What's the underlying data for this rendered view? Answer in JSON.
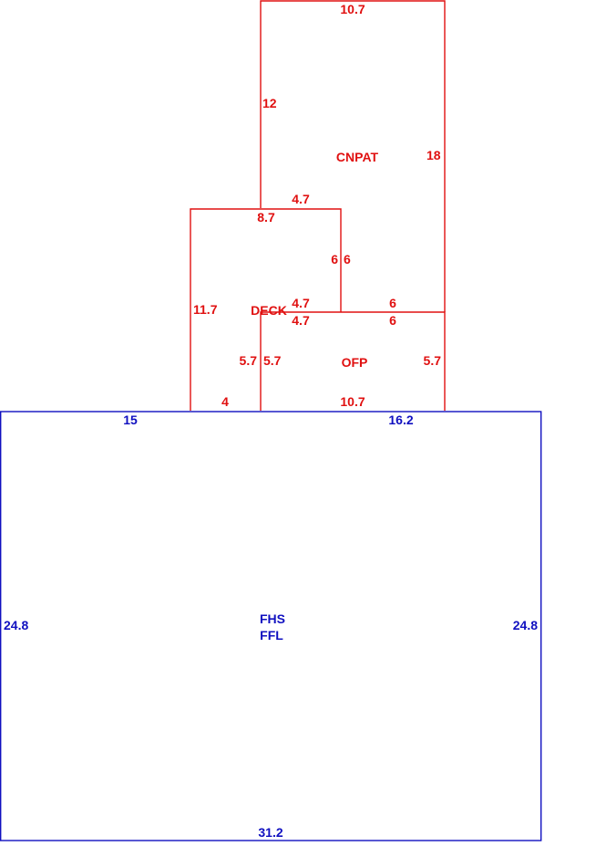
{
  "colors": {
    "addition": "#e01010",
    "main_structure": "#1010c0",
    "background": "#ffffff"
  },
  "areas": {
    "cnpat": {
      "name": "CNPAT",
      "dims": {
        "top": "10.7",
        "left": "12",
        "right": "18",
        "step": "4.7",
        "inner_vertical": "6",
        "bottom": "6"
      }
    },
    "deck": {
      "name": "DECK",
      "dims": {
        "top": "8.7",
        "left": "11.7",
        "right": "6",
        "bottom_right": "4.7",
        "lower_right": "5.7",
        "bottom": "4"
      }
    },
    "ofp": {
      "name": "OFP",
      "dims": {
        "top_left": "4.7",
        "top_right": "6",
        "left": "5.7",
        "right": "5.7",
        "bottom": "10.7"
      }
    },
    "main": {
      "names": [
        "FHS",
        "FFL"
      ],
      "dims": {
        "top_left": "15",
        "top_right": "16.2",
        "left": "24.8",
        "right": "24.8",
        "bottom": "31.2"
      }
    }
  }
}
